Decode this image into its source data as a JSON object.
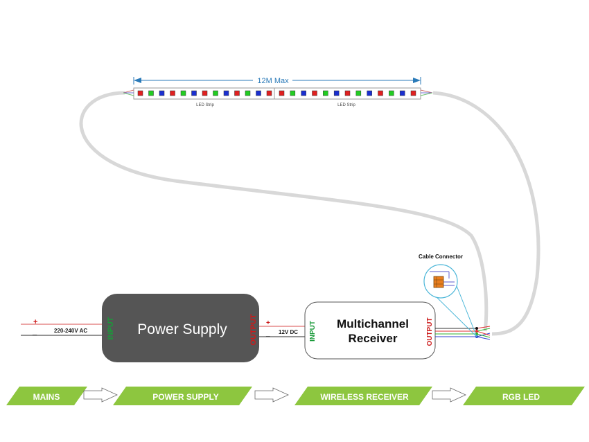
{
  "strip": {
    "length_label": "12M Max",
    "segment_label": "LED Strip",
    "led_pattern": [
      "red",
      "green",
      "blue",
      "red",
      "green",
      "blue",
      "red",
      "green",
      "blue",
      "red",
      "green",
      "blue",
      "red"
    ]
  },
  "colors": {
    "led_red": "#e02020",
    "led_green": "#22cc22",
    "led_blue": "#1a2fd0",
    "accent_green": "#8dc63f",
    "dimension_blue": "#2a7ab8",
    "cable_gray": "#d8d8d8",
    "power_supply_fill": "#555555",
    "input_green": "#1a9a3a",
    "output_red": "#cc1a1a",
    "wire_red": "#e07070",
    "wire_dark": "#555555",
    "connector_cyan": "#4bb6d8",
    "connector_orange": "#e87d1e"
  },
  "mains": {
    "plus": "+",
    "minus": "_",
    "voltage": "220-240V AC"
  },
  "power_supply": {
    "title": "Power Supply",
    "input_label": "INPUT",
    "output_label": "OUTPUT"
  },
  "dc_link": {
    "plus": "+",
    "minus": "_",
    "voltage": "12V DC"
  },
  "receiver": {
    "title_line1": "Multichannel",
    "title_line2": "Receiver",
    "input_label": "INPUT",
    "output_label": "OUTPUT"
  },
  "connector": {
    "title": "Cable Connector"
  },
  "flow": {
    "steps": [
      "MAINS",
      "POWER SUPPLY",
      "WIRELESS RECEIVER",
      "RGB LED"
    ]
  }
}
